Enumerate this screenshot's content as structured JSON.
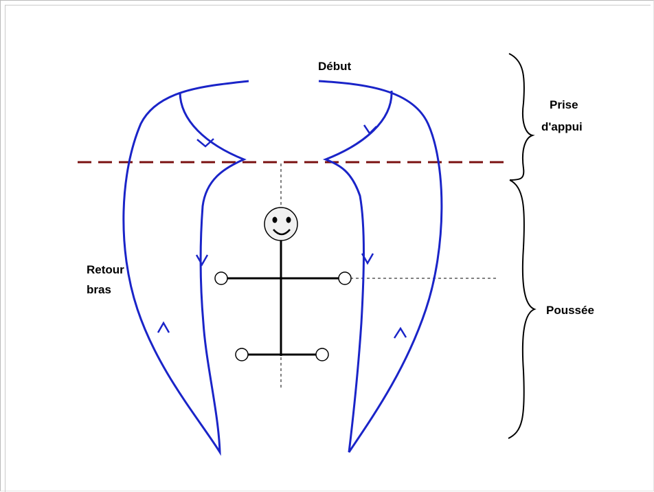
{
  "labels": {
    "debut": "Début",
    "prise_line1": "Prise",
    "prise_line2": "d'appui",
    "retour_line1": "Retour",
    "retour_line2": "bras",
    "poussee": "Poussée"
  },
  "colors": {
    "stroke_path": "#1a24c8",
    "dashed_line": "#7a1010",
    "figure": "#000000",
    "face_fill": "#f1f1f1"
  }
}
